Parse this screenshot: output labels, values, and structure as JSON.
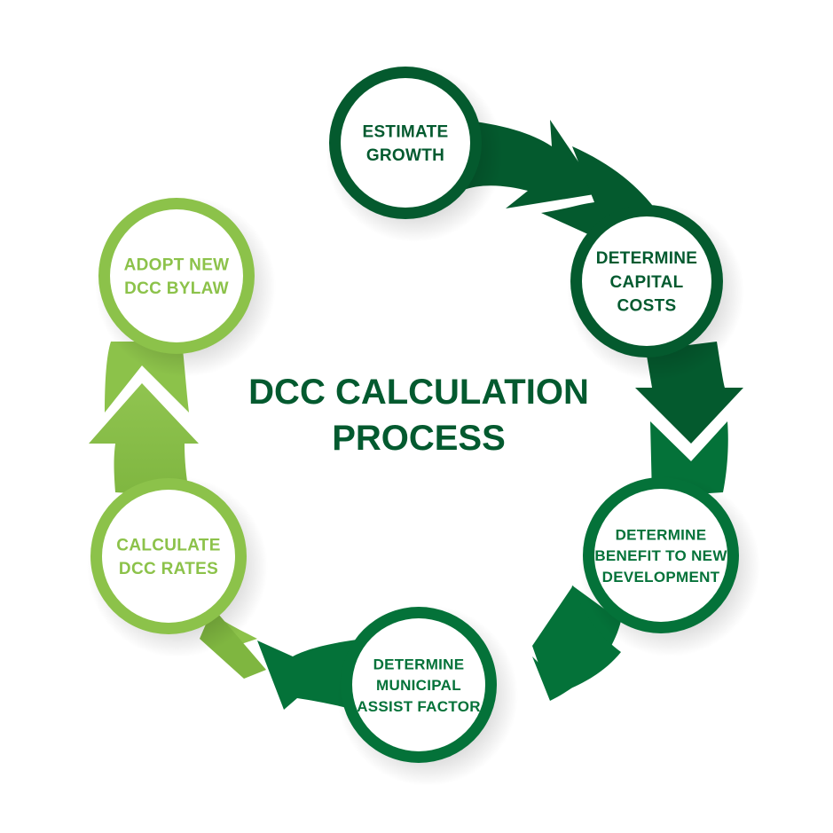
{
  "title": {
    "lines": [
      "DCC CALCULATION",
      "PROCESS"
    ],
    "color": "#035a2f"
  },
  "colors": {
    "dark_green": "#045a2e",
    "mid_green": "#047239",
    "light_green": "#8cc24a",
    "light_green_text": "#8cc24a",
    "dark_text": "#035a2f",
    "circle_fill": "#ffffff"
  },
  "steps": [
    {
      "id": "estimate-growth",
      "lines": [
        "ESTIMATE",
        "GROWTH"
      ],
      "theme": "dark"
    },
    {
      "id": "determine-capital-costs",
      "lines": [
        "DETERMINE",
        "CAPITAL",
        "COSTS"
      ],
      "theme": "dark"
    },
    {
      "id": "determine-benefit",
      "lines": [
        "DETERMINE",
        "BENEFIT TO NEW",
        "DEVELOPMENT"
      ],
      "theme": "mid"
    },
    {
      "id": "determine-municipal-assist-factor",
      "lines": [
        "DETERMINE",
        "MUNICIPAL",
        "ASSIST FACTOR"
      ],
      "theme": "mid"
    },
    {
      "id": "calculate-dcc-rates",
      "lines": [
        "CALCULATE",
        "DCC RATES"
      ],
      "theme": "light"
    },
    {
      "id": "adopt-new-dcc-bylaw",
      "lines": [
        "ADOPT NEW",
        "DCC BYLAW"
      ],
      "theme": "light"
    }
  ],
  "arrows": [
    {
      "from": "estimate-growth",
      "to": "determine-capital-costs",
      "theme": "dark"
    },
    {
      "from": "determine-capital-costs",
      "to": "determine-benefit",
      "theme": "dark"
    },
    {
      "from": "determine-benefit",
      "to": "determine-municipal-assist-factor",
      "theme": "mid"
    },
    {
      "from": "determine-municipal-assist-factor",
      "to": "calculate-dcc-rates",
      "theme": "mid"
    },
    {
      "from": "calculate-dcc-rates",
      "to": "adopt-new-dcc-bylaw",
      "theme": "light"
    }
  ]
}
